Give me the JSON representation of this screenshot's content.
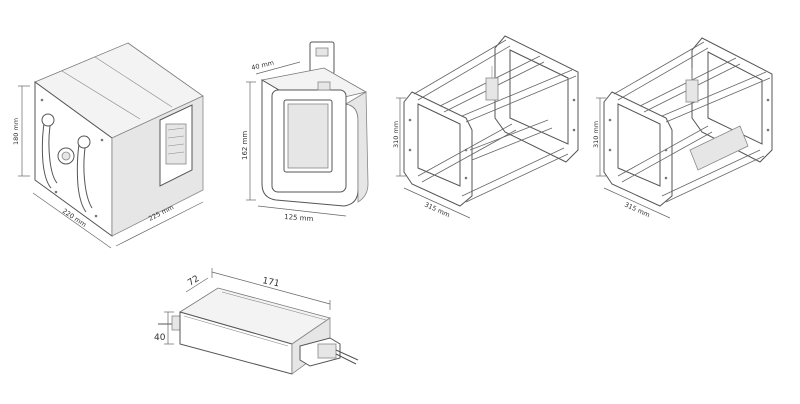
{
  "drawings": {
    "printer_unit": {
      "height_label": "180 mm",
      "width_label": "220 mm",
      "depth_label": "225 mm"
    },
    "controller_box": {
      "depth_label": "40 mm",
      "height_label": "162 mm",
      "width_label": "125 mm"
    },
    "frame_a": {
      "height_label": "310 mm",
      "width_label": "315 mm"
    },
    "frame_b": {
      "height_label": "310 mm",
      "width_label": "315 mm"
    },
    "power_supply": {
      "length_label": "171",
      "width_label": "72",
      "height_label": "40"
    }
  }
}
